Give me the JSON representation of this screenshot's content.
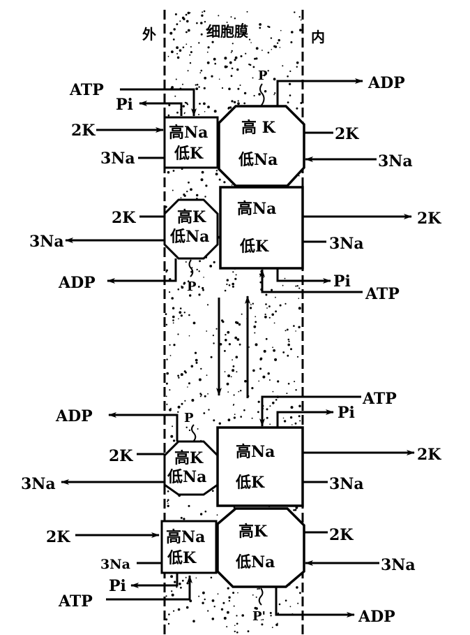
{
  "headers": {
    "outside": "外",
    "membrane": "细胞膜",
    "inside": "内"
  },
  "panel_top": {
    "outer_box": {
      "line1": "高Na",
      "line2": "低K"
    },
    "inner_box": {
      "line1": "高 K",
      "line2": "低Na"
    },
    "labels": {
      "atp": "ATP",
      "pi": "Pi",
      "k_in": "2K",
      "na_out": "3Na",
      "p": "P",
      "adp": "ADP",
      "k_right": "2K",
      "na_right": "3Na"
    }
  },
  "panel_second": {
    "outer_box": {
      "line1": "高K",
      "line2": "低Na"
    },
    "inner_box": {
      "line1": "高Na",
      "line2": "低K"
    },
    "labels": {
      "k_left": "2K",
      "na_left": "3Na",
      "adp": "ADP",
      "p": "P",
      "k_right": "2K",
      "na_right": "3Na",
      "pi": "Pi",
      "atp": "ATP"
    }
  },
  "panel_third": {
    "outer_box": {
      "line1": "高K",
      "line2": "低Na"
    },
    "inner_box": {
      "line1": "高Na",
      "line2": "低K"
    },
    "labels": {
      "adp": "ADP",
      "p": "P",
      "k_left": "2K",
      "na_left": "3Na",
      "atp": "ATP",
      "pi": "Pi",
      "k_right": "2K",
      "na_right": "3Na"
    }
  },
  "panel_bottom": {
    "outer_box": {
      "line1": "高Na",
      "line2": "低K"
    },
    "inner_box": {
      "line1": "高K",
      "line2": "低Na"
    },
    "labels": {
      "k_left": "2K",
      "na_left": "3Na",
      "pi": "Pi",
      "atp": "ATP",
      "k_right": "2K",
      "na_right": "3Na",
      "p": "P'",
      "adp": "ADP"
    }
  },
  "colors": {
    "ink": "#000000",
    "background": "#ffffff"
  }
}
